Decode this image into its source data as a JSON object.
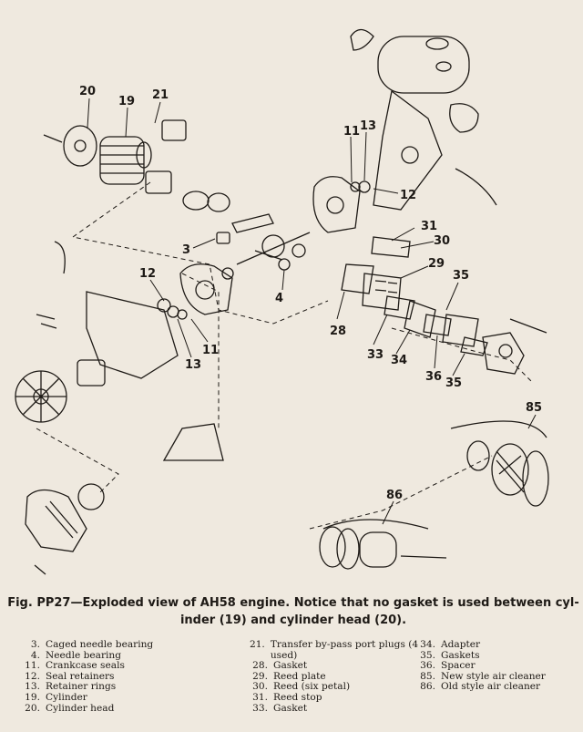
{
  "caption": {
    "line1": "Fig. PP27—Exploded view of AH58 engine. Notice that no gasket is used between cyl-",
    "line2": "inder (19) and cylinder head (20)."
  },
  "callouts": [
    "20",
    "19",
    "21",
    "13",
    "11",
    "12",
    "3",
    "31",
    "30",
    "12",
    "29",
    "35",
    "4",
    "28",
    "11",
    "13",
    "33",
    "34",
    "36",
    "35",
    "85",
    "86"
  ],
  "legend": {
    "col1": [
      {
        "num": "3.",
        "text": "Caged needle bearing"
      },
      {
        "num": "4.",
        "text": "Needle bearing"
      },
      {
        "num": "11.",
        "text": "Crankcase seals"
      },
      {
        "num": "12.",
        "text": "Seal retainers"
      },
      {
        "num": "13.",
        "text": "Retainer rings"
      },
      {
        "num": "19.",
        "text": "Cylinder"
      },
      {
        "num": "20.",
        "text": "Cylinder head"
      }
    ],
    "col2": [
      {
        "num": "21.",
        "text": "Transfer by-pass port plugs (4 used)"
      },
      {
        "num": "28.",
        "text": "Gasket"
      },
      {
        "num": "29.",
        "text": "Reed plate"
      },
      {
        "num": "30.",
        "text": "Reed (six petal)"
      },
      {
        "num": "31.",
        "text": "Reed stop"
      },
      {
        "num": "33.",
        "text": "Gasket"
      }
    ],
    "col3": [
      {
        "num": "34.",
        "text": "Adapter"
      },
      {
        "num": "35.",
        "text": "Gaskets"
      },
      {
        "num": "36.",
        "text": "Spacer"
      },
      {
        "num": "85.",
        "text": "New style air cleaner"
      },
      {
        "num": "86.",
        "text": "Old style air cleaner"
      }
    ]
  }
}
